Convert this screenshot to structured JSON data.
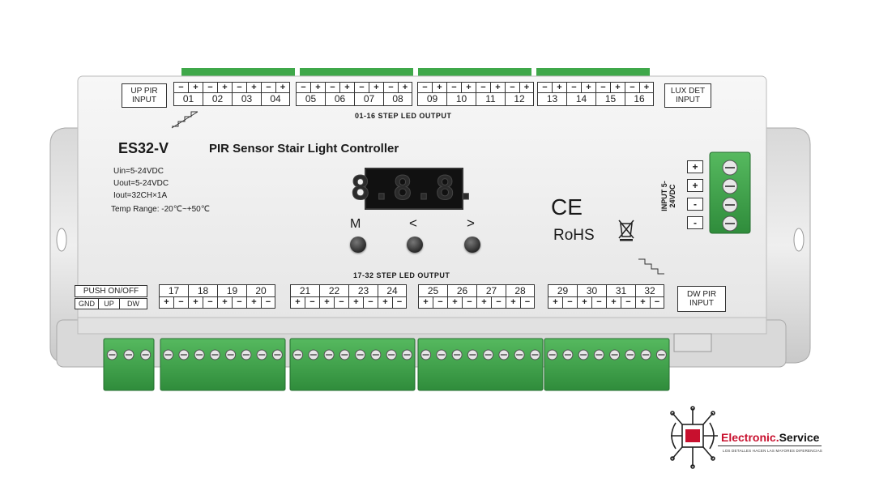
{
  "device": {
    "model": "ES32-V",
    "name": "PIR Sensor Stair Light Controller",
    "specs": [
      "Uin=5-24VDC",
      "Uout=5-24VDC",
      "Iout=32CH×1A",
      "Temp Range: -20℃~+50℃"
    ],
    "display_text": "8.8.8.",
    "buttons": [
      "M",
      "<",
      ">"
    ],
    "up_pir_label": "UP PIR INPUT",
    "lux_det_label": "LUX DET INPUT",
    "dw_pir_label": "DW PIR INPUT",
    "top_output_label": "01-16 STEP LED OUTPUT",
    "bottom_output_label": "17-32 STEP LED OUTPUT",
    "input_label": "INPUT 5-24VDC",
    "input_pins": [
      "+",
      "+",
      "-",
      "-"
    ],
    "push_label": "PUSH ON/OFF",
    "push_pins": [
      "GND",
      "UP",
      "DW"
    ],
    "top_channels": [
      "01",
      "02",
      "03",
      "04",
      "05",
      "06",
      "07",
      "08",
      "09",
      "10",
      "11",
      "12",
      "13",
      "14",
      "15",
      "16"
    ],
    "bottom_channels": [
      "17",
      "18",
      "19",
      "20",
      "21",
      "22",
      "23",
      "24",
      "25",
      "26",
      "27",
      "28",
      "29",
      "30",
      "31",
      "32"
    ],
    "ce_mark": "CE",
    "rohs_mark": "RoHS"
  },
  "brand": {
    "name_part1": "Electronic.",
    "name_part2": "Service",
    "tagline": "LOS DETALLES HACEN LAS MAYORES DIFERENCIAS"
  },
  "colors": {
    "terminal_green": "#3fa84a",
    "terminal_dark": "#2e8a3a",
    "housing": "#f4f4f4",
    "brand_red": "#c8102e"
  }
}
